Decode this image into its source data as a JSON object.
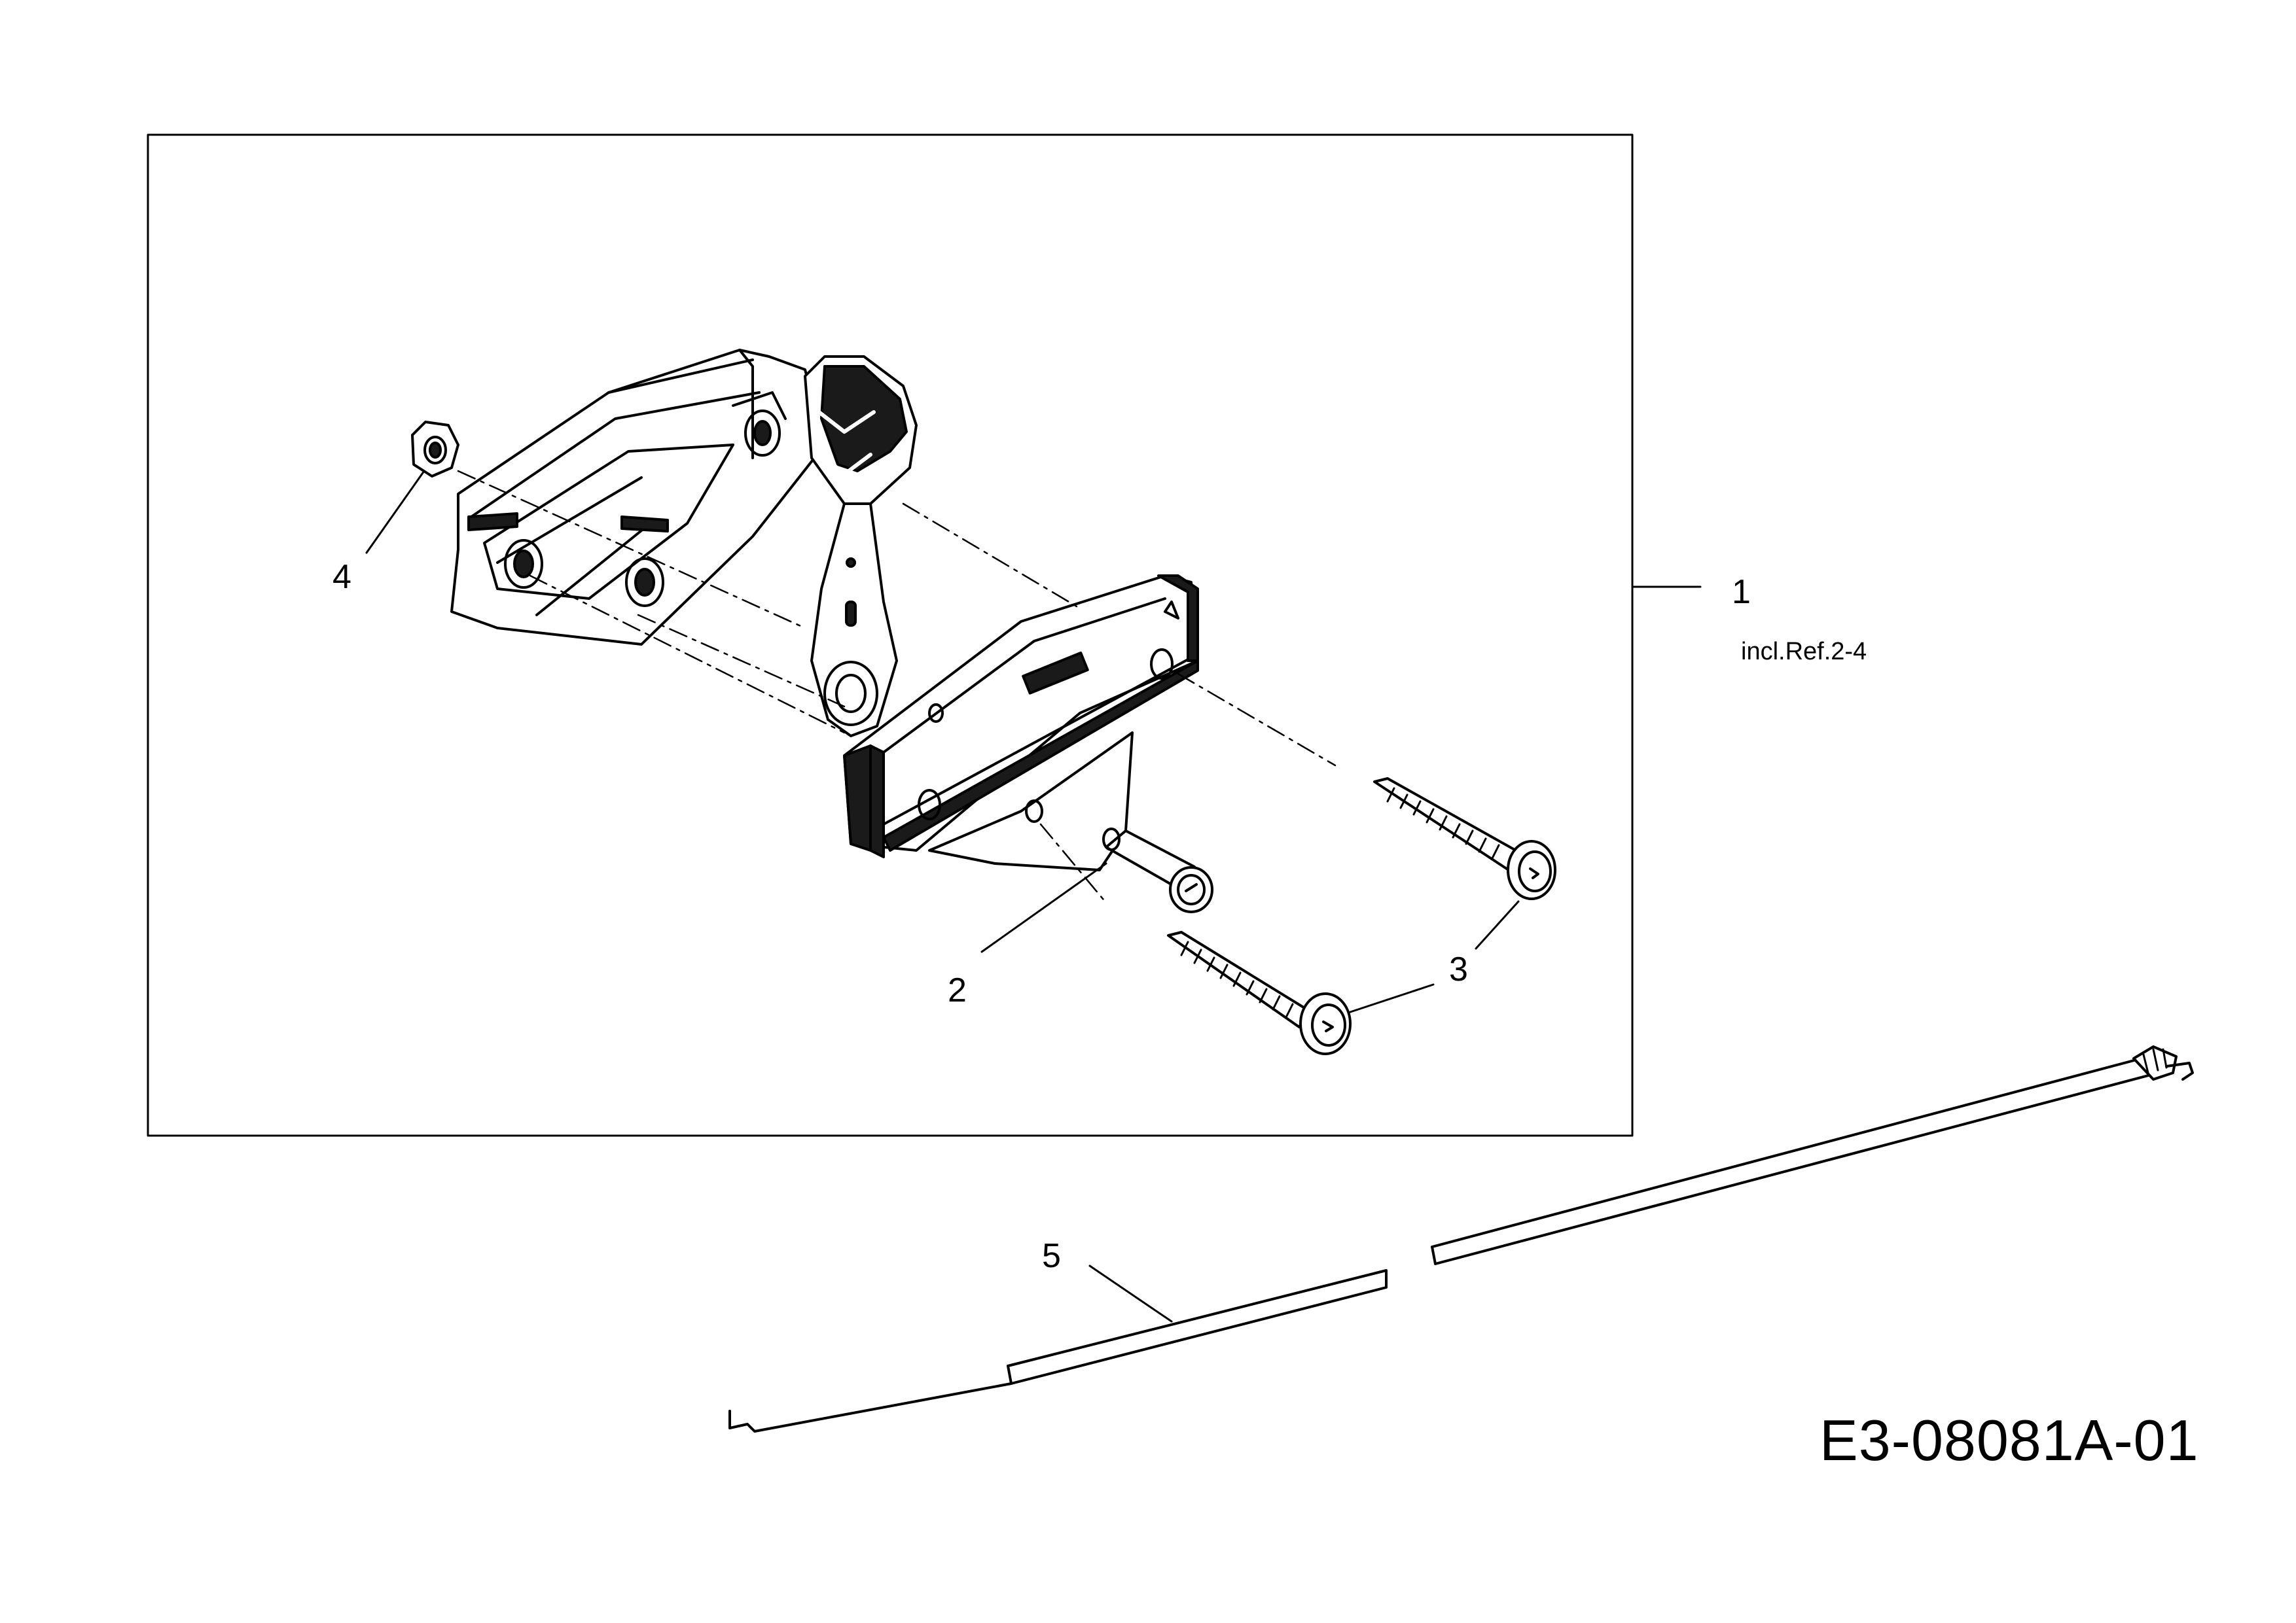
{
  "callouts": {
    "ref1": "1",
    "ref2": "2",
    "ref3": "3",
    "ref4": "4",
    "ref5": "5"
  },
  "kit_note": "incl.Ref.2-4",
  "drawing_code": "E3-08081A-01",
  "colors": {
    "line": "#000000",
    "part_fill": "#ffffff",
    "part_shade": "#1a1a1a"
  }
}
